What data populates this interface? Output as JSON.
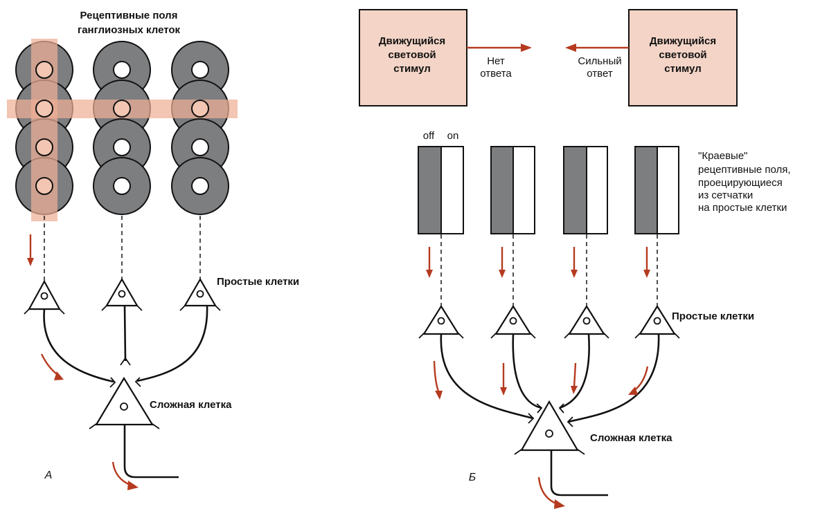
{
  "colors": {
    "stimulus_fill": "#f3d4c6",
    "stimulus_band": "#eeae96",
    "arrow": "#b53a1f",
    "surround": "#7d7e80"
  },
  "panel_a": {
    "title_line1": "Рецептивные поля",
    "title_line2": "ганглиозных клеток",
    "simple_cells_label": "Простые клетки",
    "complex_cell_label": "Сложная клетка",
    "panel_letter": "А"
  },
  "panel_b": {
    "stimulus_left": [
      "Движущийся",
      "световой",
      "стимул"
    ],
    "stimulus_right": [
      "Движущийся",
      "световой",
      "стимул"
    ],
    "no_response": [
      "Нет",
      "ответа"
    ],
    "strong_response": [
      "Сильный",
      "ответ"
    ],
    "off_label": "off",
    "on_label": "on",
    "edge_fields_text": [
      "\"Краевые\"",
      "рецептивные поля,",
      "проецирующиеся",
      "из  сетчатки",
      "на  простые клетки"
    ],
    "simple_cells_label": "Простые клетки",
    "complex_cell_label": "Сложная клетка",
    "panel_letter": "Б"
  }
}
